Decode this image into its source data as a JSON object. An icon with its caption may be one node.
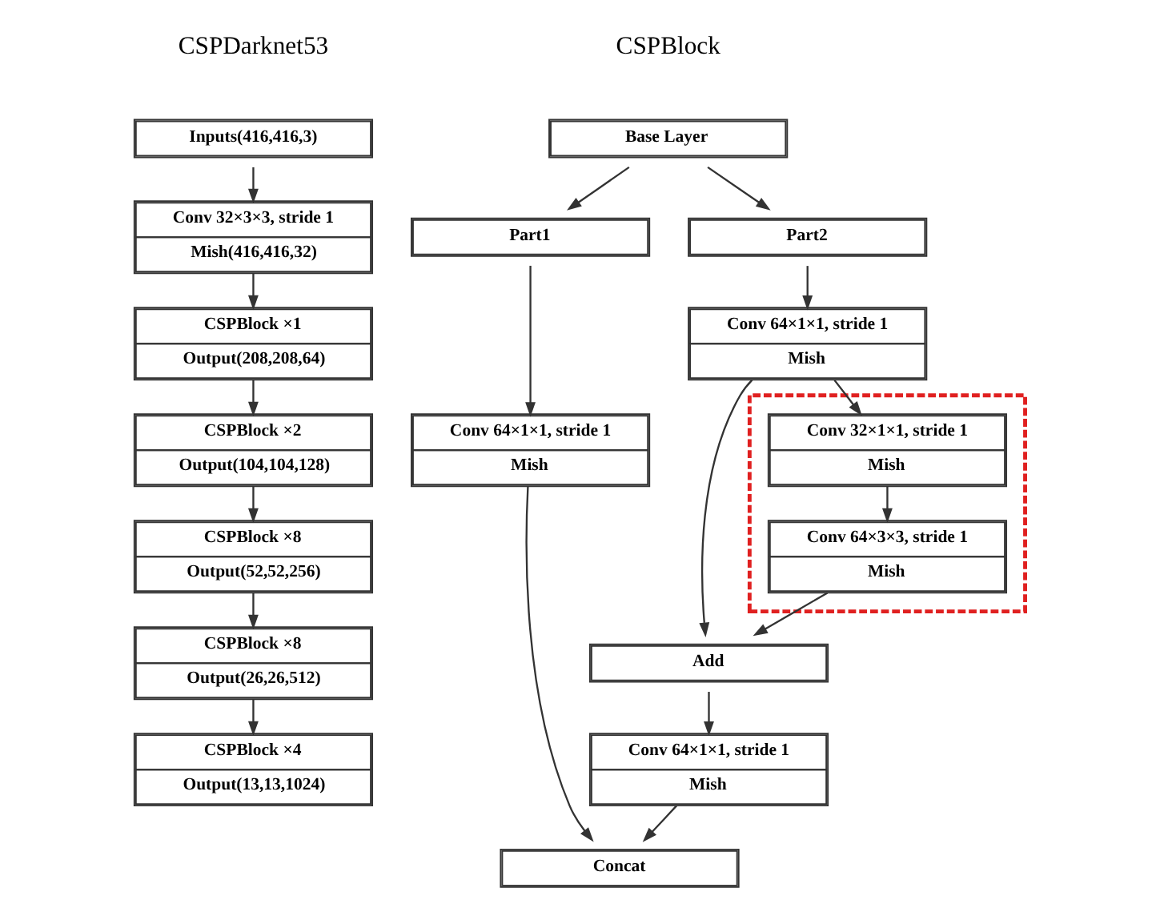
{
  "diagram": {
    "nodes": [
      {
        "text": [
          "Inputs(416,416,3)"
        ]
      },
      {
        "text": [
          "Conv 32×3×3, stride 1",
          "Mish(416,416,32)"
        ]
      },
      {
        "text": [
          "CSPBlock ×1",
          "Output(208,208,64)"
        ]
      },
      {
        "text": [
          "CSPBlock ×2",
          "Output(104,104,128)"
        ]
      },
      {
        "text": [
          "CSPBlock ×8",
          "Output(52,52,256)"
        ]
      },
      {
        "text": [
          "CSPBlock ×8",
          "Output(26,26,512)"
        ]
      },
      {
        "text": [
          "CSPBlock ×4",
          "Output(13,13,1024)"
        ]
      },
      {
        "text": [
          "Base Layer"
        ]
      },
      {
        "text": [
          "Part1"
        ]
      },
      {
        "text": [
          "Part2"
        ]
      },
      {
        "text": [
          "Conv 64×1×1, stride 1",
          "Mish"
        ]
      },
      {
        "text": [],
        "shape": "box"
      },
      {
        "text": [
          "Conv 32×1×1, stride 1",
          "Mish"
        ],
        "in": 11
      },
      {
        "text": [
          "Conv 64×3×3, stride 1",
          "Mish"
        ],
        "in": 11
      },
      {
        "text": [
          "Add"
        ]
      },
      {
        "text": [
          "Conv 64×1×1, stride 1",
          "Mish"
        ]
      },
      {
        "text": [
          "Conv 64×1×1, stride 1",
          "Mish"
        ]
      },
      {
        "text": [
          "Concat"
        ]
      }
    ],
    "edges": [
      {
        "from": 0,
        "to": 1,
        "arrow": "to"
      },
      {
        "from": 1,
        "to": 2,
        "arrow": "to"
      },
      {
        "from": 2,
        "to": 3,
        "arrow": "to"
      },
      {
        "from": 3,
        "to": 4,
        "arrow": "to"
      },
      {
        "from": 4,
        "to": 5,
        "arrow": "to"
      },
      {
        "from": 5,
        "to": 6,
        "arrow": "to"
      },
      {
        "from": 7,
        "to": 8,
        "arrow": "to"
      },
      {
        "from": 7,
        "to": 9,
        "arrow": "to"
      },
      {
        "from": 9,
        "to": 10,
        "arrow": "to"
      },
      {
        "from": 10,
        "to": 12,
        "arrow": "to"
      },
      {
        "from": 12,
        "to": 13,
        "arrow": "to"
      },
      {
        "from": 13,
        "to": 14,
        "arrow": "to"
      },
      {
        "from": 10,
        "to": 14,
        "arrow": "to"
      },
      {
        "from": 8,
        "to": 15,
        "arrow": "to"
      },
      {
        "from": 14,
        "to": 16,
        "arrow": "to"
      },
      {
        "from": 15,
        "to": 17,
        "arrow": "to"
      },
      {
        "from": 16,
        "to": 17,
        "arrow": "to"
      }
    ],
    "labels": [
      "CSPDarknet53",
      "CSPBlock"
    ]
  }
}
